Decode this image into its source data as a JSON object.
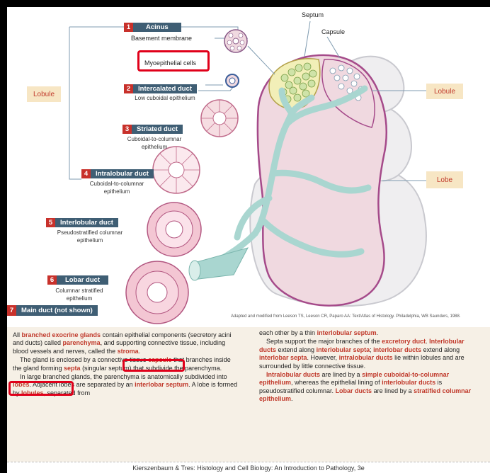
{
  "diagram": {
    "top_labels": {
      "septum": "Septum",
      "capsule": "Capsule"
    },
    "side_labels": {
      "lobule_left": "Lobule",
      "lobule_right": "Lobule",
      "lobe": "Lobe"
    },
    "acinus": {
      "num": "1",
      "title": "Acinus",
      "basement": "Basement membrane",
      "myo": "Myoepithelial cells"
    },
    "intercalated": {
      "num": "2",
      "title": "Intercalated duct",
      "desc": "Low cuboidal epithelium"
    },
    "striated": {
      "num": "3",
      "title": "Striated duct",
      "desc1": "Cuboidal-to-columnar",
      "desc2": "epithelium"
    },
    "intralobular": {
      "num": "4",
      "title": "Intralobular duct",
      "desc1": "Cuboidal-to-columnar",
      "desc2": "epithelium"
    },
    "interlobular": {
      "num": "5",
      "title": "Interlobular duct",
      "desc1": "Pseudostratified columnar",
      "desc2": "epithelium"
    },
    "lobar": {
      "num": "6",
      "title": "Lobar duct",
      "desc1": "Columnar stratified",
      "desc2": "epithelium"
    },
    "main": {
      "num": "7",
      "title": "Main duct (not shown)"
    },
    "credit": "Adapted and modified from Leeson TS, Leeson CR, Paparo AA: Text/Atlas of Histology. Philadelphia, WB Saunders, 1988."
  },
  "text": {
    "left": {
      "p1_a": "All ",
      "p1_b": "branched exocrine glands",
      "p1_c": " contain epithelial components (secretory acini and ducts) called ",
      "p1_d": "parenchyma",
      "p1_e": ", and supporting connective tissue, including blood vessels and nerves, called the ",
      "p1_f": "stroma",
      "p1_g": ".",
      "p2_a": "The gland is enclosed by a connective tissue ",
      "p2_b": "capsule",
      "p2_c": " that branches inside the gland forming ",
      "p2_d": "septa",
      "p2_e": " (singular septum) that subdivide the parenchyma.",
      "p3_a": "In large branched glands, the parenchyma is anatomically subdivided into ",
      "p3_b": "lobes",
      "p3_c": ". Adjacent lobes are separated by an ",
      "p3_d": "interlobar septum",
      "p3_e": ". A lobe is formed by ",
      "p3_f": "lobules",
      "p3_g": ", separated from"
    },
    "right": {
      "p1_a": "each other by a thin ",
      "p1_b": "interlobular septum",
      "p1_c": ".",
      "p2_a": "Septa support the major branches of the ",
      "p2_b": "excretory duct",
      "p2_c": ". ",
      "p2_d": "Interlobular ducts",
      "p2_e": " extend along ",
      "p2_f": "interlobular septa",
      "p2_g": "; ",
      "p2_h": "interlobar ducts",
      "p2_i": " extend along ",
      "p2_j": "interlobar septa",
      "p2_k": ". However, ",
      "p2_l": "intralobular ducts",
      "p2_m": " lie within lobules and are surrounded by little connective tissue.",
      "p3_a": "Intralobular ducts",
      "p3_b": " are lined by a ",
      "p3_c": "simple cuboidal-to-columnar epithelium",
      "p3_d": ", whereas the epithelial lining of ",
      "p3_e": "interlobular ducts",
      "p3_f": " is pseudostratified columnar. ",
      "p3_g": "Lobar ducts",
      "p3_h": " are lined by a ",
      "p3_i": "stratified columnar epithelium",
      "p3_j": "."
    }
  },
  "footer": "Kierszenbaum & Tres: Histology and Cell Biology: An Introduction to Pathology, 3e",
  "colors": {
    "accent_red": "#c8312b",
    "badge_blue": "#3f5e74",
    "highlight_box": "#e0001a",
    "duct": "#a9d6d0",
    "gland_pink": "#f0d9e0"
  }
}
